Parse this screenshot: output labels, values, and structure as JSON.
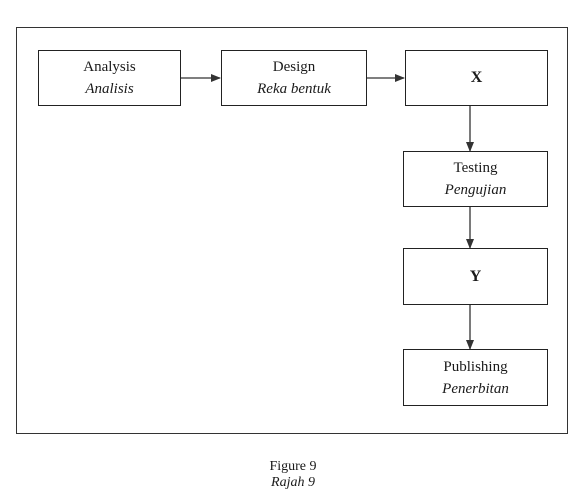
{
  "nodes": {
    "analysis": {
      "label_en": "Analysis",
      "label_ms": "Analisis"
    },
    "design": {
      "label_en": "Design",
      "label_ms": "Reka bentuk"
    },
    "x": {
      "label": "X"
    },
    "testing": {
      "label_en": "Testing",
      "label_ms": "Pengujian"
    },
    "y": {
      "label": "Y"
    },
    "publishing": {
      "label_en": "Publishing",
      "label_ms": "Penerbitan"
    }
  },
  "caption": {
    "en": "Figure 9",
    "ms": "Rajah 9"
  }
}
